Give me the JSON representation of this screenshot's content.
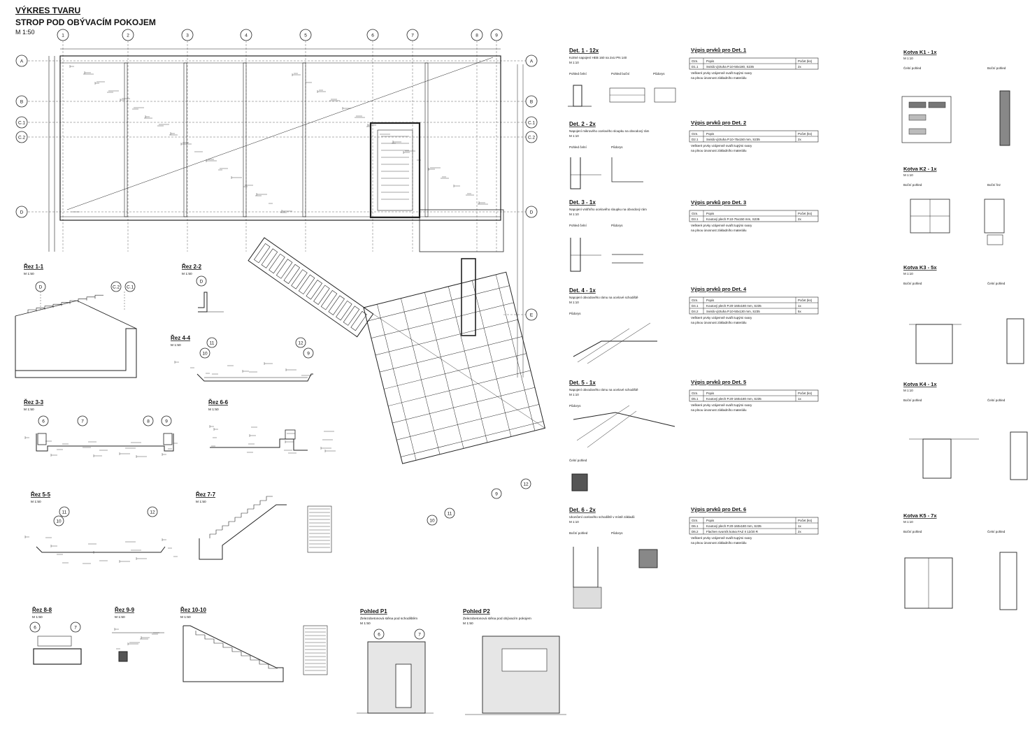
{
  "sheet": {
    "title": "VÝKRES TVARU",
    "subtitle": "STROP POD OBÝVACÍM POKOJEM",
    "scale": "M 1:50"
  },
  "grid": {
    "columns": [
      "1",
      "2",
      "3",
      "4",
      "5",
      "6",
      "7",
      "8",
      "9"
    ],
    "rows": [
      "A",
      "B",
      "C.1",
      "C.2",
      "D",
      "E"
    ],
    "extra": [
      "9",
      "10",
      "11",
      "12"
    ]
  },
  "sections": [
    {
      "title": "Řez 1-1",
      "scale": "M 1:50",
      "marks": [
        "D",
        "C.2",
        "C.1"
      ]
    },
    {
      "title": "Řez 2-2",
      "scale": "M 1:50",
      "marks": [
        "D"
      ]
    },
    {
      "title": "Řez 4-4",
      "scale": "M 1:50",
      "marks": [
        "11",
        "10",
        "12",
        "9"
      ]
    },
    {
      "title": "Řez 3-3",
      "scale": "M 1:50",
      "marks": [
        "6",
        "7",
        "8",
        "9"
      ]
    },
    {
      "title": "Řez 6-6",
      "scale": "M 1:50",
      "marks": []
    },
    {
      "title": "Řez 5-5",
      "scale": "M 1:50",
      "marks": [
        "11",
        "10",
        "12"
      ]
    },
    {
      "title": "Řez 7-7",
      "scale": "M 1:50",
      "marks": []
    },
    {
      "title": "Řez 8-8",
      "scale": "M 1:50",
      "marks": [
        "6",
        "7"
      ]
    },
    {
      "title": "Řez 9-9",
      "scale": "M 1:50",
      "marks": []
    },
    {
      "title": "Řez 10-10",
      "scale": "M 1:50",
      "marks": []
    }
  ],
  "views": [
    {
      "title": "Pohled P1",
      "desc": "Železobetonová stěna pod schodištěm",
      "scale": "M 1:50",
      "marks": [
        "6",
        "7"
      ]
    },
    {
      "title": "Pohled P2",
      "desc": "Železobetonová stěna pod obývacím pokojem",
      "scale": "M 1:50",
      "marks": []
    }
  ],
  "details": [
    {
      "title": "Det. 1 - 12x",
      "desc": "Kolmé napojení HEB 160 na 2xU PN 140",
      "scale": "M 1:10",
      "views": [
        "Pohled čelní",
        "Pohled boční",
        "Půdorys"
      ]
    },
    {
      "title": "Det. 2 - 2x",
      "desc": "Napojení mikrového ocelového sloupku na obvodový rám",
      "scale": "M 1:10",
      "views": [
        "Pohled čelní",
        "Půdorys"
      ]
    },
    {
      "title": "Det. 3 - 1x",
      "desc": "Napojení vnitřního ocelového sloupku na obvodový rám",
      "scale": "M 1:10",
      "views": [
        "Pohled čelní",
        "Půdorys"
      ]
    },
    {
      "title": "Det. 4 - 1x",
      "desc": "Napojení obvodového rámu na ocelové schodiště",
      "scale": "M 1:10",
      "views": [
        "Půdorys"
      ]
    },
    {
      "title": "Det. 5 - 1x",
      "desc": "Napojení obvodového rámu na ocelové schodiště",
      "scale": "M 1:10",
      "views": [
        "Půdorys",
        "Čelní pohled"
      ]
    },
    {
      "title": "Det. 6 - 2x",
      "desc": "Ukončení ocelového schodiště v místě základů",
      "scale": "M 1:10",
      "views": [
        "Boční pohled",
        "Půdorys"
      ]
    }
  ],
  "schedules": [
    {
      "title": "Výpis prvků pro Det. 1",
      "cols": [
        "Ozn.",
        "Popis",
        "Počet (ks)"
      ],
      "rows": [
        [
          "D1.1",
          "Svislá výztuha P.10-50x180, S235",
          "2x"
        ]
      ],
      "note": [
        "Veškeré prvky vzájemně svařit tupými svary",
        "na plnou únosnost základního materiálu"
      ]
    },
    {
      "title": "Výpis prvků pro Det. 2",
      "cols": [
        "Ozn.",
        "Popis",
        "Počet (ks)"
      ],
      "rows": [
        [
          "D2.1",
          "Svislá výztuha P.10-75x150 mm, S235",
          "2x"
        ]
      ],
      "note": [
        "Veškeré prvky vzájemně svařit tupými svary",
        "na plnou únosnost základního materiálu"
      ]
    },
    {
      "title": "Výpis prvků pro Det. 3",
      "cols": [
        "Ozn.",
        "Popis",
        "Počet (ks)"
      ],
      "rows": [
        [
          "D3.1",
          "Koutový plech P.10-75x150 mm, S235",
          "2x"
        ]
      ],
      "note": [
        "Veškeré prvky vzájemně svařit tupými svary",
        "na plnou únosnost základního materiálu"
      ]
    },
    {
      "title": "Výpis prvků pro Det. 4",
      "cols": [
        "Ozn.",
        "Popis",
        "Počet (ks)"
      ],
      "rows": [
        [
          "D4.1",
          "Koutový plech P.20-160x180 mm, S235",
          "1x"
        ],
        [
          "D4.2",
          "Svislá výztuha P.10-50x130 mm, S235",
          "5x"
        ]
      ],
      "note": [
        "Veškeré prvky vzájemně svařit tupými svary",
        "na plnou únosnost základního materiálu"
      ]
    },
    {
      "title": "Výpis prvků pro Det. 5",
      "cols": [
        "Ozn.",
        "Popis",
        "Počet (ks)"
      ],
      "rows": [
        [
          "D5.1",
          "Koutový plech P.20-160x180 mm, S235",
          "1x"
        ]
      ],
      "note": [
        "Veškeré prvky vzájemně svařit tupými svary",
        "na plnou únosnost základního materiálu"
      ]
    },
    {
      "title": "Výpis prvků pro Det. 6",
      "cols": [
        "Ozn.",
        "Popis",
        "Počet (ks)"
      ],
      "rows": [
        [
          "D6.1",
          "Koutový plech P.20-160x180 mm, S235",
          "1x"
        ],
        [
          "D6.2",
          "Flachen svorník kotva FAZ II 12/20 R",
          "2x"
        ]
      ],
      "note": [
        "Veškeré prvky vzájemně svařit tupými svary",
        "na plnou únosnost základního materiálu"
      ]
    }
  ],
  "anchors": [
    {
      "title": "Kotva K1 - 1x",
      "scale": "M 1:10",
      "views": [
        "Čelní pohled",
        "Boční pohled"
      ]
    },
    {
      "title": "Kotva K2 - 1x",
      "scale": "M 1:10",
      "views": [
        "Boční pohled",
        "Boční řez"
      ]
    },
    {
      "title": "Kotva K3 - 5x",
      "scale": "M 1:10",
      "views": [
        "Boční pohled",
        "Čelní pohled"
      ]
    },
    {
      "title": "Kotva K4 - 1x",
      "scale": "M 1:10",
      "views": [
        "Boční pohled",
        "Čelní pohled"
      ]
    },
    {
      "title": "Kotva K5 - 7x",
      "scale": "M 1:10",
      "views": [
        "Boční pohled",
        "Čelní pohled"
      ]
    }
  ]
}
